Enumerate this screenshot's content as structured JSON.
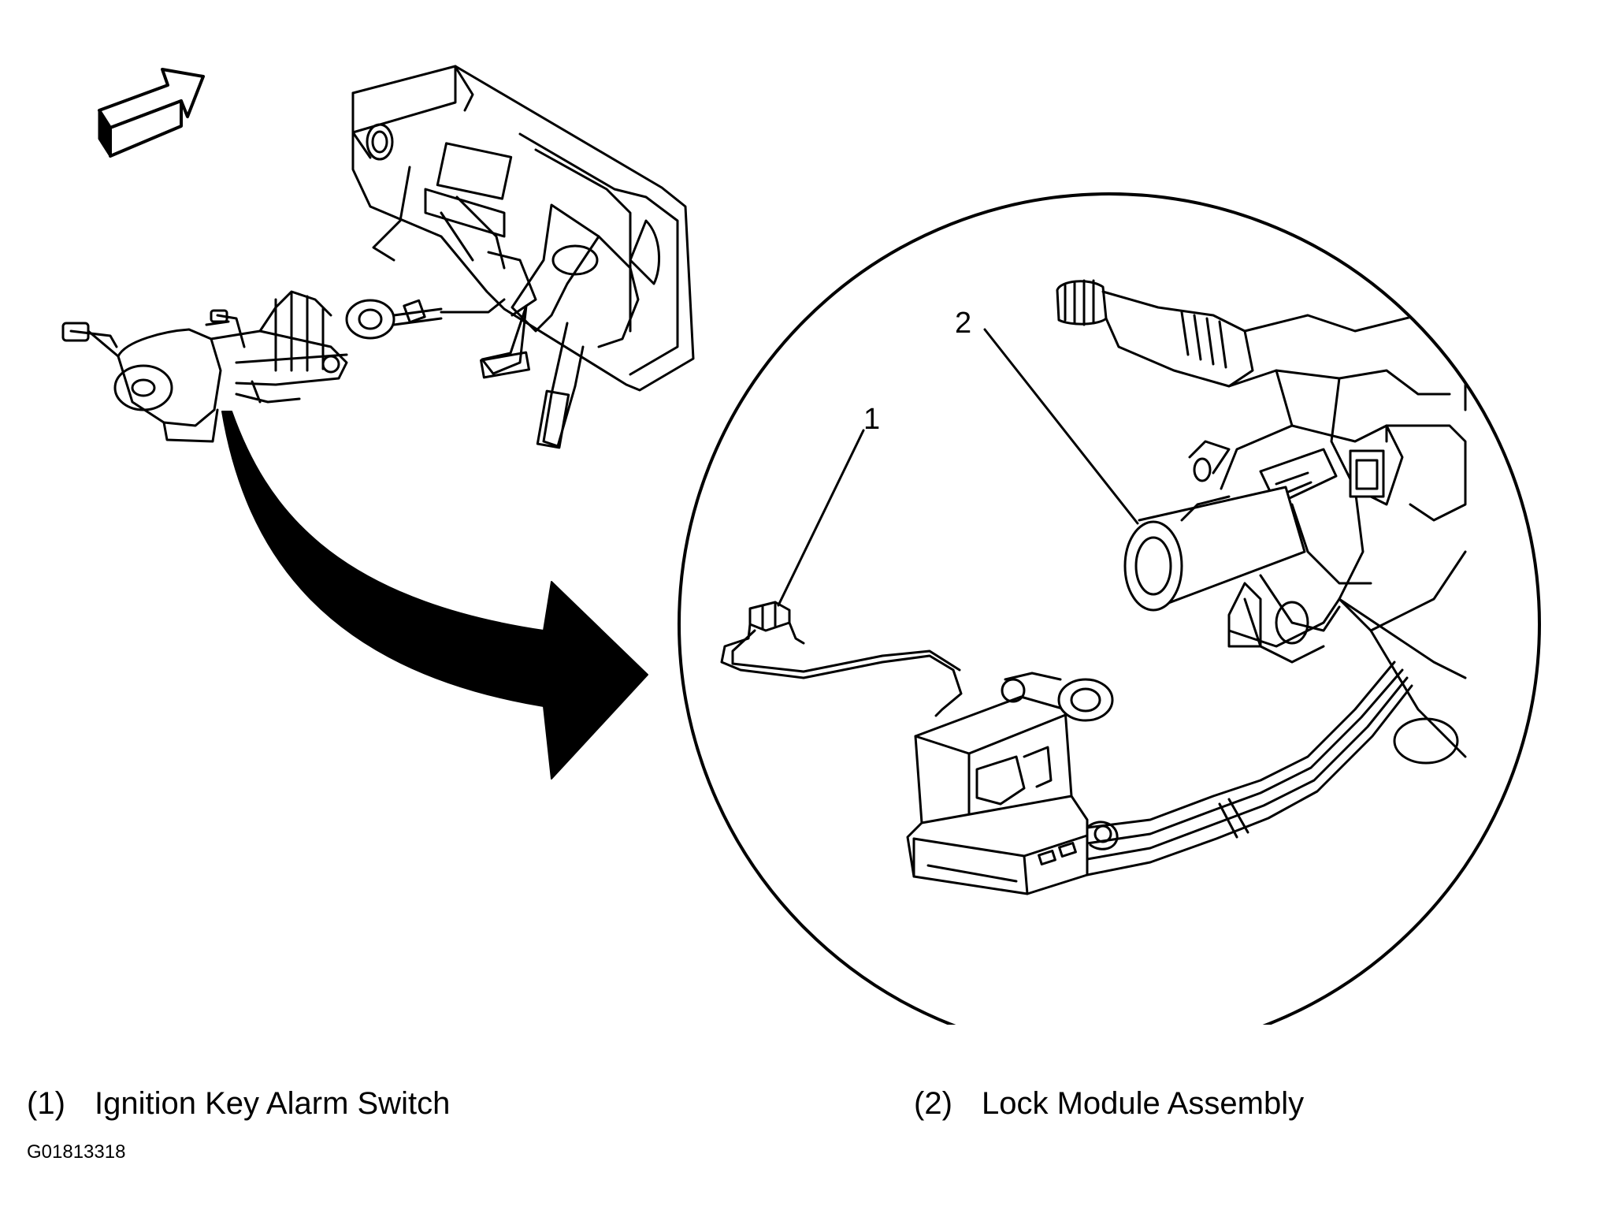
{
  "legend": [
    {
      "number": "(1)",
      "label": "Ignition Key Alarm Switch"
    },
    {
      "number": "(2)",
      "label": "Lock Module Assembly"
    }
  ],
  "callouts": [
    "1",
    "2"
  ],
  "figure_id": "G01813318",
  "colors": {
    "line": "#000000",
    "background": "#ffffff"
  },
  "icons": [
    "view-direction-arrow-icon",
    "zoom-arrow-icon"
  ]
}
